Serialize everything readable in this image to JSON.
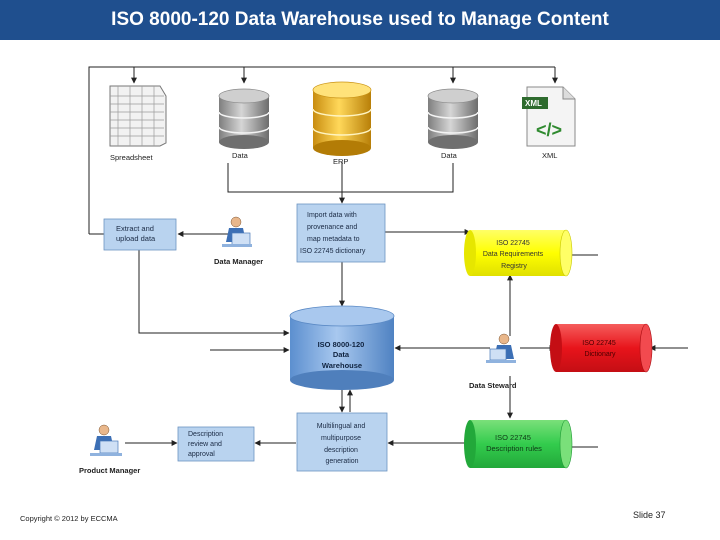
{
  "title": "ISO 8000-120 Data Warehouse used to Manage Content",
  "sources": {
    "spreadsheet": "Spreadsheet",
    "data1": "Data",
    "erp": "ERP",
    "data2": "Data",
    "xml": "XML",
    "xml_badge": "XML",
    "xml_code": "</>"
  },
  "boxes": {
    "extract": [
      "Extract and",
      "upload data"
    ],
    "import": [
      "Import data with",
      "provenance and",
      "map metadata to",
      "ISO 22745 dictionary"
    ],
    "description_review": [
      "Description",
      "review and",
      "approval"
    ],
    "multilingual": [
      "Multilingual and",
      "multipurpose",
      "description",
      "generation"
    ]
  },
  "warehouse": [
    "ISO 8000-120",
    "Data",
    "Warehouse"
  ],
  "registries": {
    "data_requirements": [
      "ISO 22745",
      "Data Requirements",
      "Registry"
    ],
    "dictionary": [
      "ISO 22745",
      "Dictionary"
    ],
    "description_rules": [
      "ISO 22745",
      "Description rules"
    ]
  },
  "people": {
    "data_manager": "Data Manager",
    "data_steward": "Data Steward",
    "product_manager": "Product Manager"
  },
  "footer": {
    "copyright": "Copyright © 2012 by ECCMA",
    "slide": "Slide 37"
  },
  "colors": {
    "title_bar": "#1f4f8e",
    "process_box": "#b9d3ef",
    "warehouse": "#8ab4e3",
    "yellow_registry": "#ffff00",
    "red_registry": "#e8141b",
    "green_registry": "#33cc4d",
    "erp_gold": "#f2c030",
    "db_gray": "#a9a9a9"
  }
}
